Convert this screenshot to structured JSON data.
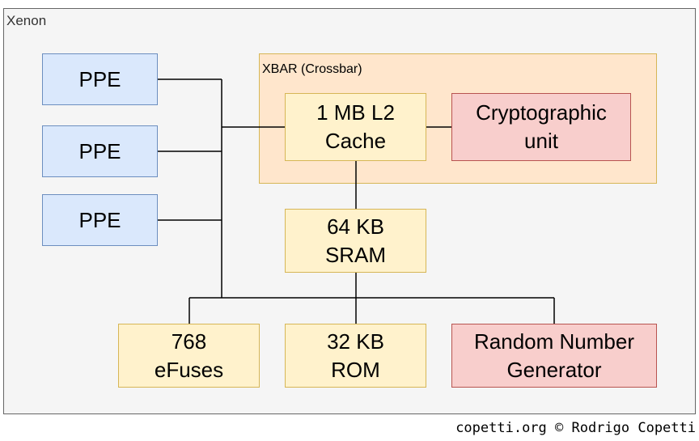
{
  "diagram": {
    "container_label": "Xenon",
    "xbar_label": "XBAR (Crossbar)",
    "boxes": {
      "ppe_1": "PPE",
      "ppe_2": "PPE",
      "ppe_3": "PPE",
      "l2_cache": "1 MB L2\nCache",
      "crypto_unit": "Cryptographic\nunit",
      "sram": "64 KB\nSRAM",
      "efuses": "768\neFuses",
      "rom": "32 KB\nROM",
      "rng": "Random Number\nGenerator"
    },
    "colors": {
      "ppe_fill": "#dae8fc",
      "memory_fill": "#fff2cc",
      "security_fill": "#f8cecc",
      "xbar_fill": "#ffe6cc"
    }
  },
  "credit": "copetti.org © Rodrigo Copetti"
}
